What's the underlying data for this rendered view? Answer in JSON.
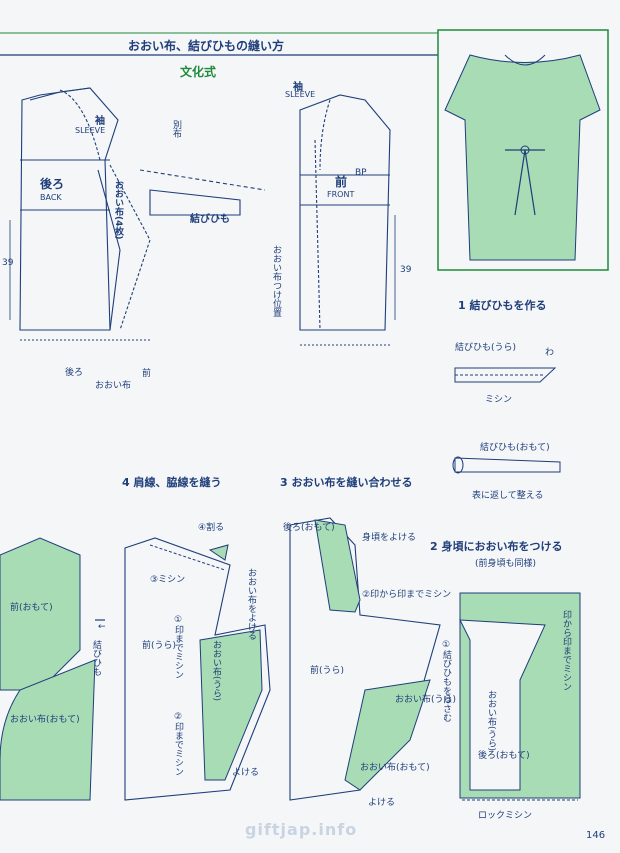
{
  "header": {
    "title": "おおい布、結びひもの縫い方",
    "subtitle": "文化式"
  },
  "pattern_back": {
    "sleeve_jp": "袖",
    "sleeve_en": "SLEEVE",
    "body_jp": "後ろ",
    "body_en": "BACK",
    "cover_label": "おおい布(4枚)",
    "tie_label": "結びひも",
    "betsu_nuno": "別布",
    "measure_39": "39",
    "bottom_labels": [
      "後ろ",
      "おおい布",
      "前"
    ]
  },
  "pattern_front": {
    "sleeve_jp": "袖",
    "sleeve_en": "SLEEVE",
    "body_jp": "前",
    "body_en": "FRONT",
    "bp": "BP",
    "cover_pos": "おおい布つけ位置",
    "measure_39": "39"
  },
  "step1": {
    "title": "1 結びひもを作る",
    "tie_back": "結びひも(うら)",
    "wa": "わ",
    "machine": "ミシン",
    "tie_front": "結びひも(おもて)",
    "turn": "表に返して整える"
  },
  "step2": {
    "title": "2 身頃におおい布をつける",
    "note": "(前身頃も同様)",
    "mark": "印から印までミシン",
    "cover_back": "おおい布(うら)",
    "back_front": "後ろ(おもて)",
    "lock": "ロックミシン"
  },
  "step3": {
    "title": "3 おおい布を縫い合わせる",
    "back_front": "後ろ(おもて)",
    "avoid_body": "身頃をよける",
    "from_mark": "②印から印までミシン",
    "front_back": "前(うら)",
    "cover_back": "おおい布(うら)",
    "cover_front": "おおい布(おもて)",
    "tie_sandwich": "①結びひもをはさむ",
    "avoid": "よける"
  },
  "step4": {
    "title": "4 肩線、脇線を縫う",
    "split": "④割る",
    "machine3": "③ミシン",
    "avoid_cover": "おおい布をよける",
    "front_back": "前(うら)",
    "mark1": "①印までミシン",
    "mark2": "②印までミシン",
    "cover_back": "おおい布(うら)",
    "avoid": "よける",
    "tie": "結びひも"
  },
  "left_panel": {
    "front": "前(おもて)",
    "cover": "おおい布(おもて)"
  },
  "page_number": "146",
  "watermark": "giftjap.info",
  "colors": {
    "ink": "#1f3e7a",
    "fabric": "#a8dcb4",
    "accent_green": "#1e8a3a"
  }
}
